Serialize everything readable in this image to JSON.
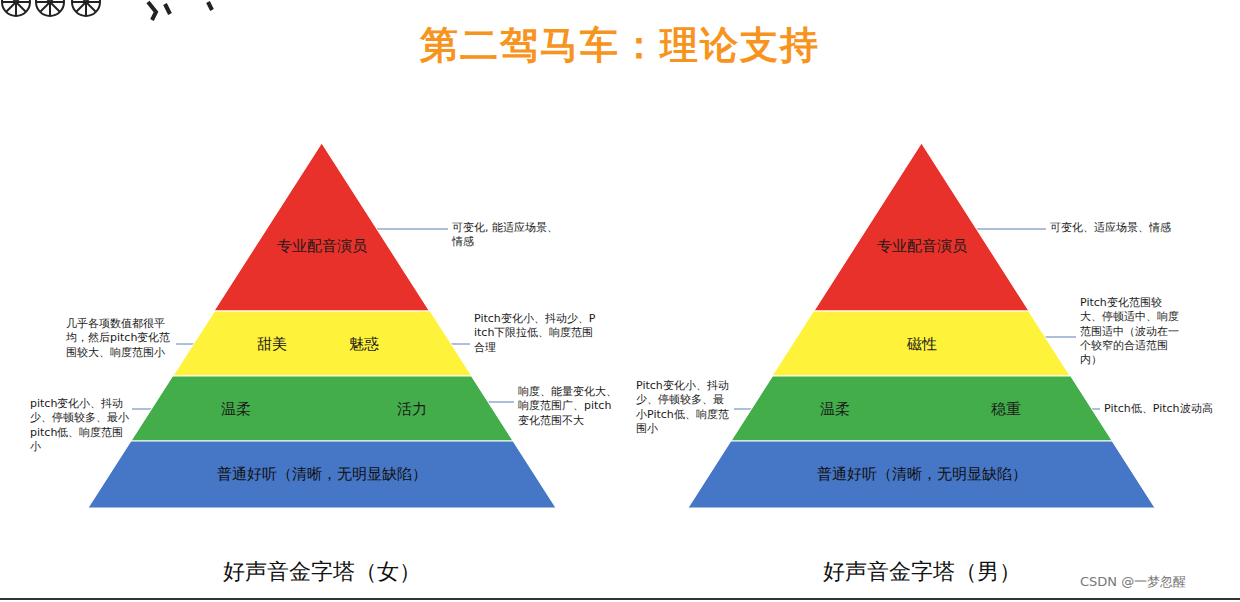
{
  "diagram": {
    "title": "第二驾马车：理论支持",
    "nodes": [
      {
        "text": [
          "专业配音演员"
        ]
      },
      {
        "text": [
          "甜美",
          "魅惑"
        ]
      },
      {
        "text": [
          "温柔",
          "活力"
        ]
      },
      {
        "text": [
          "普通好听（清晰，无明显缺陷）"
        ]
      },
      {
        "text": [
          "专业配音演员"
        ]
      },
      {
        "text": [
          "磁性"
        ]
      },
      {
        "text": [
          "温柔",
          "稳重"
        ]
      },
      {
        "text": [
          "普通好听（清晰，无明显缺陷）"
        ]
      }
    ],
    "edges": [],
    "labels": [
      "可变化, 能适应场景、情感",
      "几乎各项数值都很平均，然后pitch变化范围较大、响度范围小",
      "Pitch变化小、抖动少、Pitch下限拉低、响度范围合理",
      "pitch变化小、抖动少、停顿较多、最小pitch低、响度范围小",
      "响度、能量变化大、响度范围广、pitch变化范围不大",
      "好声音金字塔（女）",
      "可变化、适应场景、情感",
      "Pitch变化范围较大、停顿适中、响度范围适中（波动在一个较窄的合适范围内）",
      "Pitch变化小、抖动少、停顿较多、最小Pitch低、响度范围小",
      "Pitch低、Pitch波动高",
      "好声音金字塔（男）",
      "CSDN @一梦忽醒"
    ]
  }
}
